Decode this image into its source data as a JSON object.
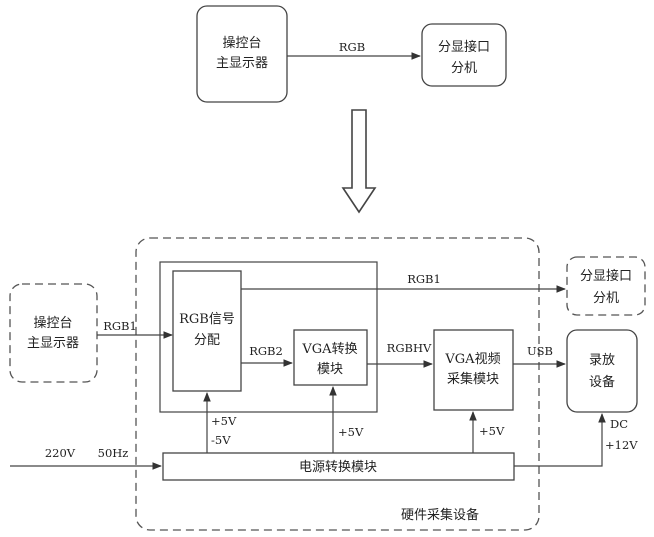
{
  "top": {
    "console_display": [
      "操控台",
      "主显示器"
    ],
    "rgb_label": "RGB",
    "splitter": [
      "分显接口",
      "分机"
    ]
  },
  "bottom": {
    "console_display": [
      "操控台",
      "主显示器"
    ],
    "rgb_in_label": "RGB1",
    "rgb_split": [
      "RGB信号",
      "分配"
    ],
    "rgb1_label": "RGB1",
    "splitter": [
      "分显接口",
      "分机"
    ],
    "rgb2_label": "RGB2",
    "vga_convert": [
      "VGA转换",
      "模块"
    ],
    "rgbhv_label": "RGBHV",
    "vga_capture": [
      "VGA视频",
      "采集模块"
    ],
    "usb_label": "USB",
    "recorder": [
      "录放",
      "设备"
    ],
    "power_plus5_a": "+5V",
    "power_minus5": "-5V",
    "power_plus5_b": "+5V",
    "power_plus5_c": "+5V",
    "dc_label": "DC",
    "dc_value": "+12V",
    "ac_voltage": "220V",
    "ac_freq": "50Hz",
    "power_module": "电源转换模块",
    "hardware_device": "硬件采集设备"
  },
  "colors": {
    "stroke": "#444444",
    "background": "#ffffff"
  }
}
